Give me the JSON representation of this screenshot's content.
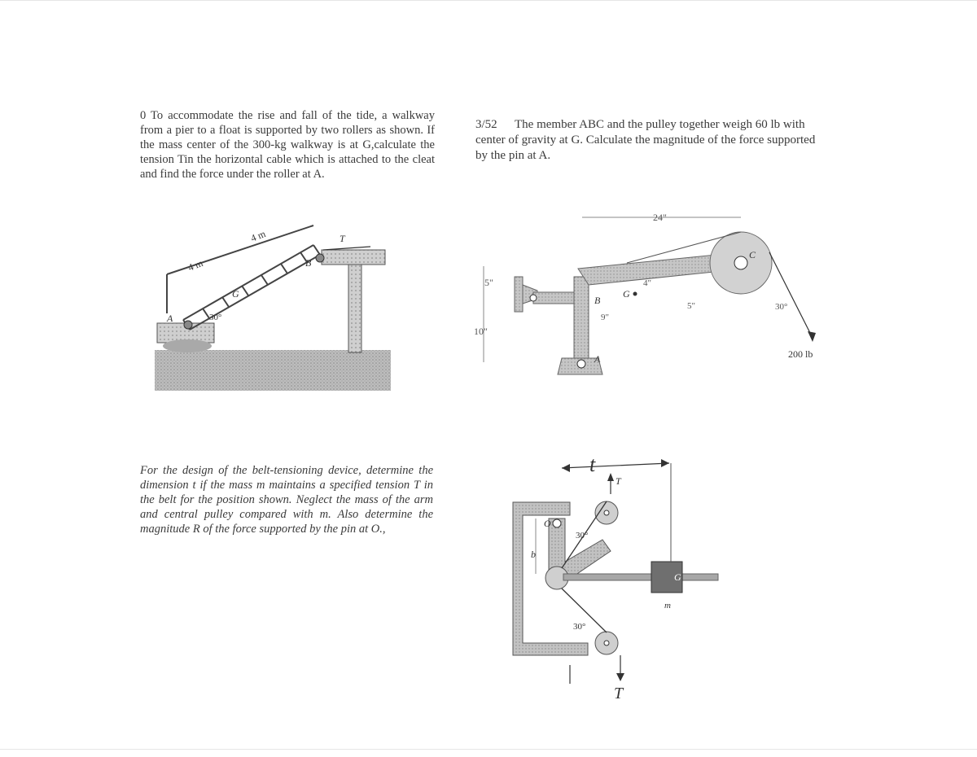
{
  "problems": [
    {
      "number": "0",
      "text": "To accommodate the rise and fall of the tide, a walkway from a pier to a float is supported by two rollers as shown. If the mass center of the 300-kg walkway is at G,calculate the tension Tin the horizontal cable which is attached to the cleat and find the force under the roller at A.",
      "figure_labels": {
        "len1": "4 m",
        "len2": "4 m",
        "T": "T",
        "B": "B",
        "G": "G",
        "A": "A",
        "angle": "30°"
      }
    },
    {
      "number": "3/52",
      "text": "The member ABC and the pulley together weigh 60 lb with center of gravity at G. Calculate the magnitude of the force supported by the pin at A.",
      "figure_labels": {
        "d24": "24\"",
        "d5": "5\"",
        "d10": "10\"",
        "d4": "4\"",
        "d9": "9\"",
        "d5b": "5\"",
        "angle": "30°",
        "force": "200 lb",
        "A": "A",
        "B": "B",
        "C": "C",
        "G": "G"
      }
    },
    {
      "number": "",
      "text": "For the design of the belt-tensioning device, determine the dimension t if the mass m maintains a specified tension T in the belt for the position shown. Neglect the mass of the arm and central pulley compared with m. Also determine the magnitude R of the force supported by the pin at O.,",
      "figure_labels": {
        "t": "t",
        "T_top": "T",
        "T_bottom": "T",
        "O": "O",
        "b": "b",
        "angle_top": "30°",
        "angle_bottom": "30°",
        "G": "G",
        "m": "m"
      }
    }
  ]
}
